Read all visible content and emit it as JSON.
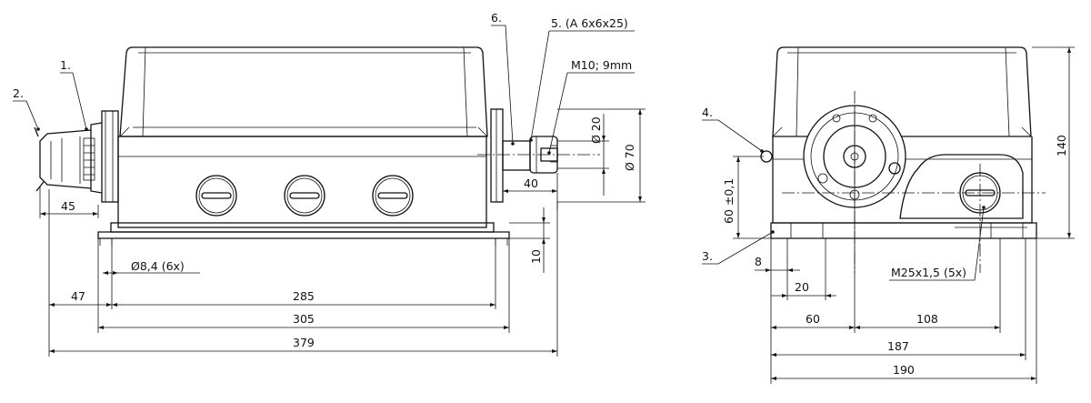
{
  "callouts": {
    "c1": "1.",
    "c2": "2.",
    "c3": "3.",
    "c4": "4.",
    "c5": "5. (A 6x6x25)",
    "c6": "6."
  },
  "notes": {
    "m10": "M10; 9mm",
    "hole": "Ø8,4 (6x)",
    "glands": "M25x1,5 (5x)"
  },
  "front_dims": {
    "d20": "Ø 20",
    "d70": "Ø 70",
    "d40": "40",
    "d45": "45",
    "d10": "10",
    "d47": "47",
    "d285": "285",
    "d305": "305",
    "d379": "379"
  },
  "side_dims": {
    "d60h": "60 ±0,1",
    "d140": "140",
    "d8": "8",
    "d20": "20",
    "d60": "60",
    "d108": "108",
    "d187": "187",
    "d190": "190"
  }
}
